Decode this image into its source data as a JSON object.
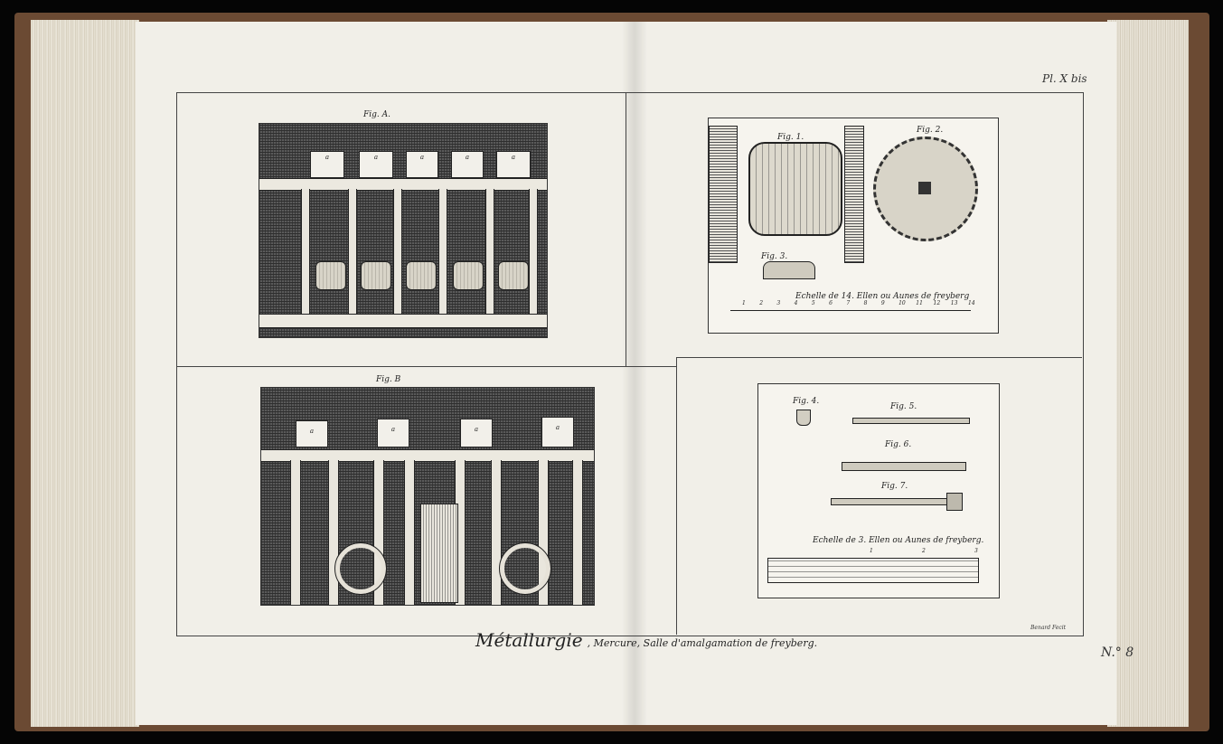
{
  "plate": {
    "plate_number": "Pl. X bis",
    "title_main": "Métallurgie",
    "title_sub": ", Mercure, Salle d'amalgamation de freyberg.",
    "engraver": "Benard Fecit",
    "page_mark": "N.° 8"
  },
  "figures": {
    "fig_a": "Fig. A.",
    "fig_b": "Fig. B",
    "fig_1": "Fig. 1.",
    "fig_2": "Fig. 2.",
    "fig_3": "Fig. 3.",
    "fig_4": "Fig. 4.",
    "fig_5": "Fig. 5.",
    "fig_6": "Fig. 6.",
    "fig_7": "Fig. 7."
  },
  "scales": {
    "scale_1_label": "Echelle de 14. Ellen ou Aunes de freyberg",
    "scale_1_ticks": [
      "1",
      "2",
      "3",
      "4",
      "5",
      "6",
      "7",
      "8",
      "9",
      "10",
      "11",
      "12",
      "13",
      "14"
    ],
    "scale_2_label": "Echelle de 3. Ellen ou Aunes de freyberg.",
    "scale_2_ticks": [
      "1",
      "2",
      "3"
    ]
  },
  "letters": {
    "a": "a"
  }
}
